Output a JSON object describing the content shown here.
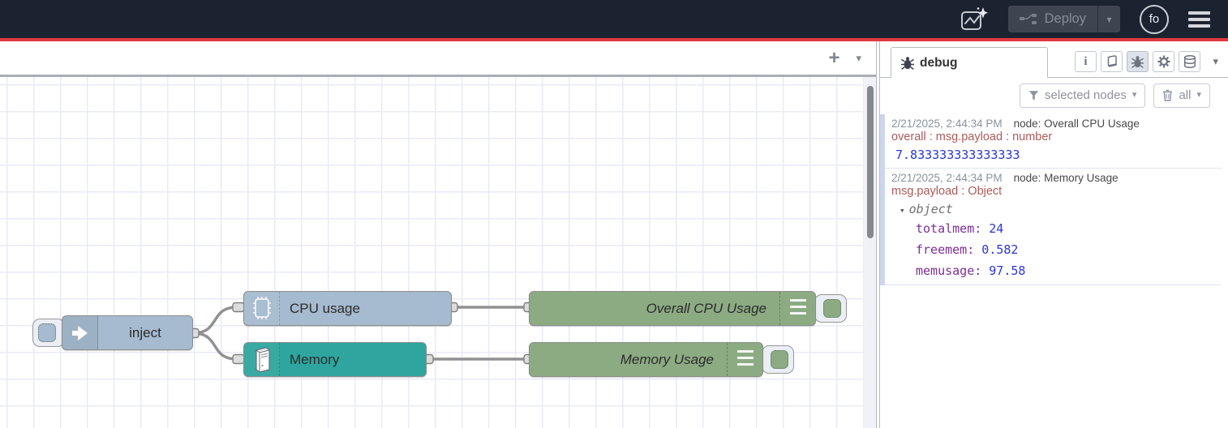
{
  "header": {
    "deploy": {
      "label": "Deploy"
    },
    "avatar": {
      "label": "fo"
    }
  },
  "canvas": {
    "nodes": {
      "inject": {
        "label": "inject"
      },
      "cpu": {
        "label": "CPU usage"
      },
      "memory": {
        "label": "Memory"
      },
      "overall": {
        "label": "Overall CPU Usage"
      },
      "memusage": {
        "label": "Memory Usage"
      }
    }
  },
  "sidebar": {
    "tab": {
      "label": "debug"
    },
    "filter": {
      "label": "selected nodes"
    },
    "clear": {
      "label": "all"
    },
    "messages": [
      {
        "timestamp": "2/21/2025, 2:44:34 PM",
        "node": "node: Overall CPU Usage",
        "property": "overall : msg.payload : number",
        "value": "7.833333333333333"
      },
      {
        "timestamp": "2/21/2025, 2:44:34 PM",
        "node": "node: Memory Usage",
        "property": "msg.payload : Object",
        "tree": {
          "root": "object",
          "entries": [
            {
              "key": "totalmem:",
              "value": "24"
            },
            {
              "key": "freemem:",
              "value": "0.582"
            },
            {
              "key": "memusage:",
              "value": "97.58"
            }
          ]
        }
      }
    ]
  },
  "icons": {
    "add_tab": "+",
    "caret_down": "▾",
    "info": "i"
  },
  "colors": {
    "header_bg": "#1c2330",
    "accent_red": "#e2383f",
    "node_inject_cpu": "#a6bbcf",
    "node_memory": "#2ea69f",
    "node_debug_green": "#8cab83",
    "debug_key_purple": "#7d2d94",
    "debug_value_blue": "#2a35d8",
    "debug_property_red": "#ad5a5a"
  }
}
